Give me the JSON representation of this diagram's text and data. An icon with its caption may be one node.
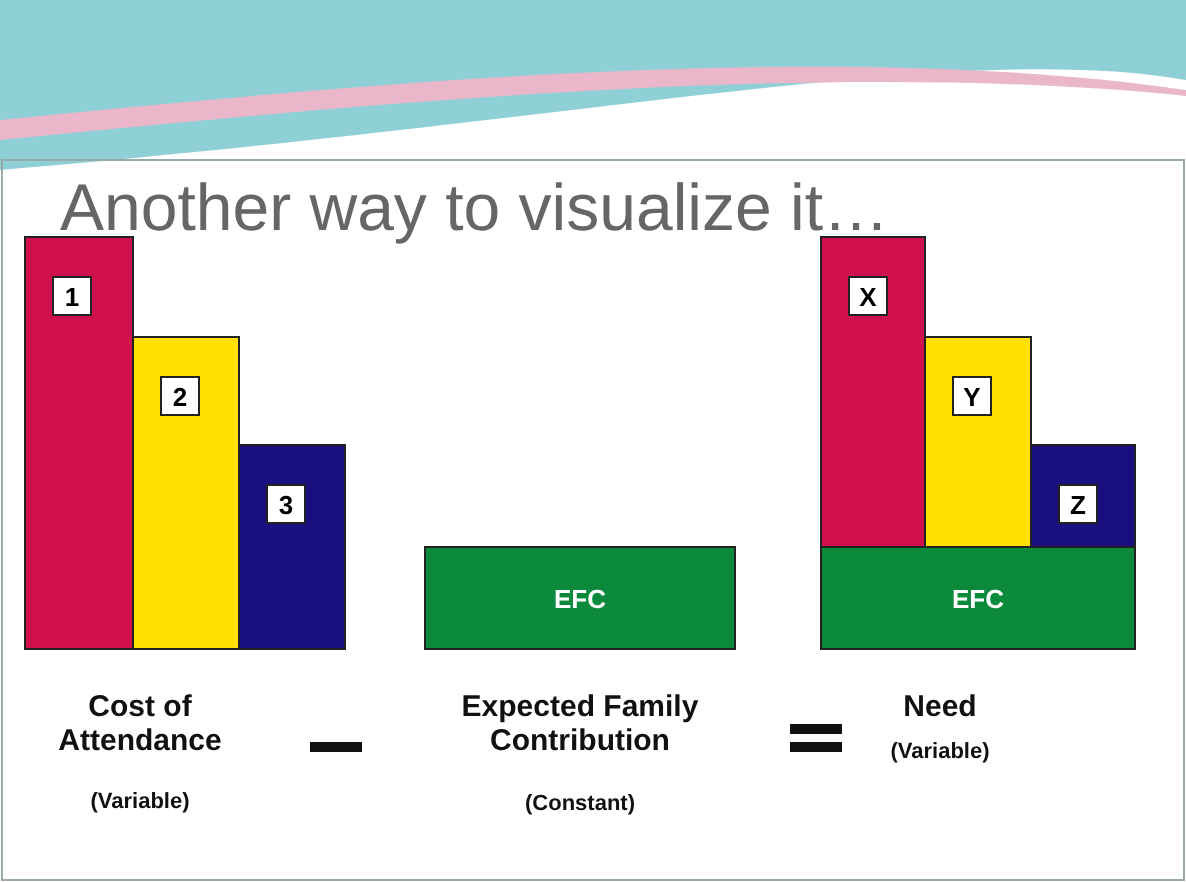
{
  "diagram": {
    "title": "Another way to visualize it…",
    "nodes": [
      {
        "text": [
          "1"
        ]
      },
      {
        "text": [
          "2"
        ]
      },
      {
        "text": [
          "3"
        ]
      },
      {
        "text": [
          "EFC"
        ]
      },
      {
        "text": [
          "X"
        ]
      },
      {
        "text": [
          "Y"
        ]
      },
      {
        "text": [
          "Z"
        ]
      },
      {
        "text": [
          "EFC"
        ]
      }
    ],
    "labels": [
      "Cost of Attendance",
      "(Variable)",
      "Expected Family Contribution",
      "(Constant)",
      "Need",
      "(Variable)"
    ]
  }
}
